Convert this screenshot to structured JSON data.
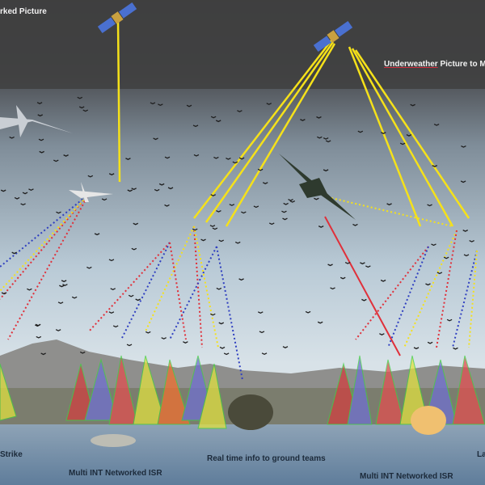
{
  "labels": {
    "top_left": "rked Picture",
    "top_right_underlined": "Underweather",
    "top_right_rest": " Picture to M",
    "strike": "Strike",
    "ground_teams": "Real time info to ground teams",
    "right_cut": "La",
    "isr_left": "Multi INT Networked ISR",
    "isr_right": "Multi INT Networked ISR"
  },
  "colors": {
    "top_band": "#404040",
    "link_yellow": "#f5e11a",
    "link_red": "#e0303a",
    "link_blue": "#3040c0",
    "water": "#6d8aa8"
  }
}
